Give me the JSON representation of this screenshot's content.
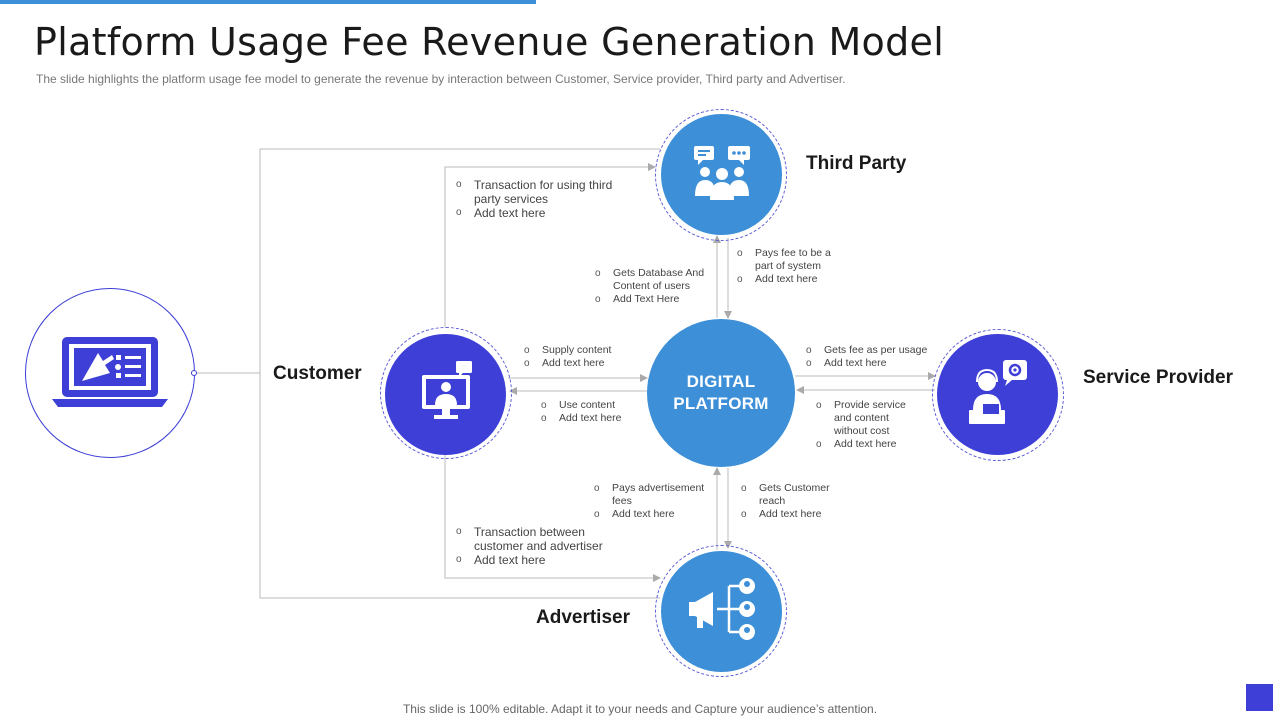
{
  "header": {
    "title": "Platform Usage Fee Revenue Generation Model",
    "subtitle": "The slide highlights the platform usage fee model to generate the revenue  by interaction between Customer, Service provider,  Third party and Advertiser."
  },
  "center": {
    "line1": "DIGITAL",
    "line2": "PLATFORM"
  },
  "nodes": {
    "third_party": "Third Party",
    "customer": "Customer",
    "service_provider": "Service Provider",
    "advertiser": "Advertiser"
  },
  "notes": {
    "customer_third_party": [
      "Transaction for using third party services",
      "Add text here"
    ],
    "platform_to_third": [
      "Gets Database And Content of users",
      "Add Text Here"
    ],
    "third_to_platform": [
      "Pays fee to be a part of system",
      "Add text here"
    ],
    "customer_to_platform": [
      "Supply content",
      "Add text here"
    ],
    "platform_to_customer": [
      "Use content",
      "Add text here"
    ],
    "platform_to_service": [
      "Gets fee as per usage",
      "Add text here"
    ],
    "service_to_platform": [
      "Provide service and content without cost",
      "Add text here"
    ],
    "advertiser_to_platform": [
      "Pays advertisement fees",
      "Add text here"
    ],
    "platform_to_advertiser": [
      "Gets Customer reach",
      "Add text here"
    ],
    "customer_advertiser": [
      "Transaction between customer and advertiser",
      "Add text here"
    ]
  },
  "icons": {
    "laptop": "laptop-cursor-icon",
    "third_party": "group-chat-icon",
    "customer": "video-call-user-icon",
    "service_provider": "support-agent-icon",
    "advertiser": "megaphone-network-icon"
  },
  "colors": {
    "blue": "#3d8fd8",
    "indigo": "#3d3fd6"
  },
  "footer": "This slide is 100% editable. Adapt it to your needs and Capture your audience’s attention."
}
